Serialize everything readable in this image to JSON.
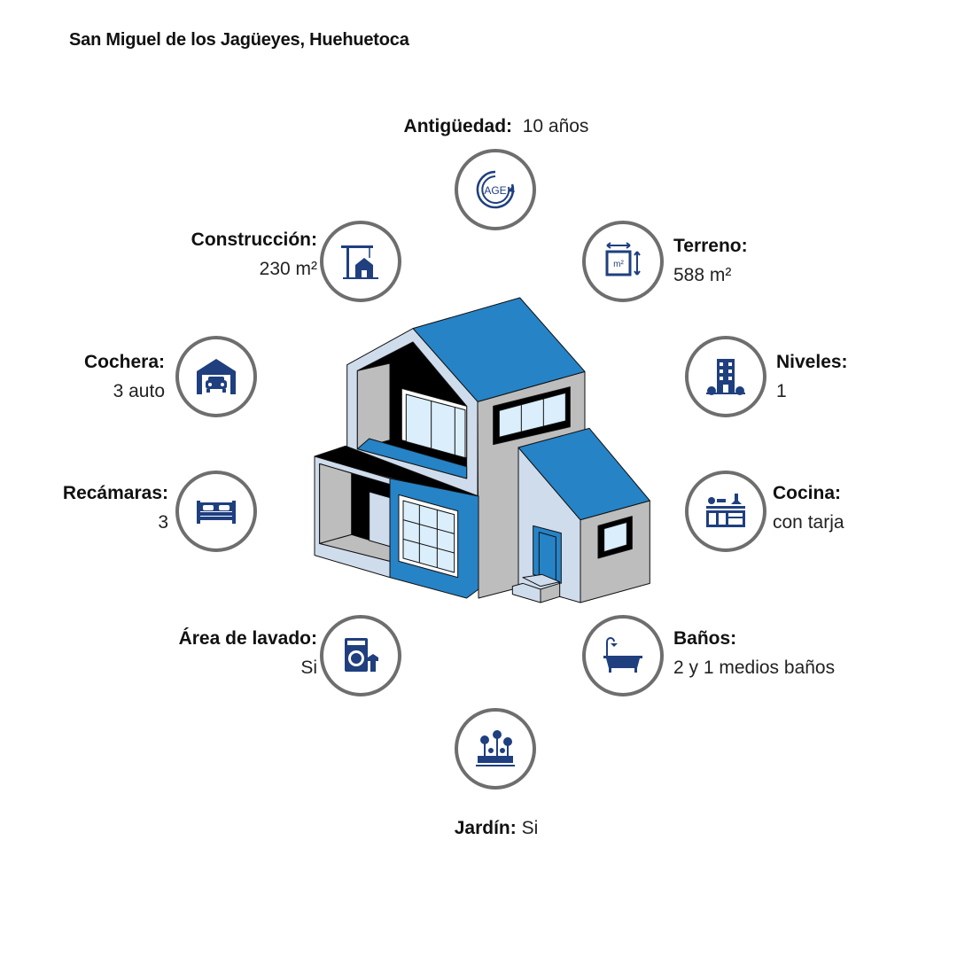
{
  "location": "San Miguel de los Jagüeyes, Huehuetoca",
  "features": {
    "antiguedad": {
      "label": "Antigüedad:",
      "value": "10 años",
      "icon": "age-icon"
    },
    "construccion": {
      "label": "Construcción:",
      "value": "230 m²",
      "icon": "crane-building-icon"
    },
    "terreno": {
      "label": "Terreno:",
      "value": "588 m²",
      "icon": "land-area-icon"
    },
    "cochera": {
      "label": "Cochera:",
      "value": "3 auto",
      "icon": "garage-icon"
    },
    "niveles": {
      "label": "Niveles:",
      "value": "1",
      "icon": "building-icon"
    },
    "recamaras": {
      "label": "Recámaras:",
      "value": "3",
      "icon": "bed-icon"
    },
    "cocina": {
      "label": "Cocina:",
      "value": "con tarja",
      "icon": "kitchen-icon"
    },
    "lavado": {
      "label": "Área de lavado:",
      "value": "Si",
      "icon": "washing-machine-icon"
    },
    "banos": {
      "label": "Baños:",
      "value": "2 y 1 medios baños",
      "icon": "bathtub-icon"
    },
    "jardin": {
      "label": "Jardín:",
      "value": "Si",
      "icon": "garden-icon"
    }
  },
  "colors": {
    "icon": "#1f3f7f",
    "roof": "#2683c6",
    "ring": "#6e6e6e"
  }
}
